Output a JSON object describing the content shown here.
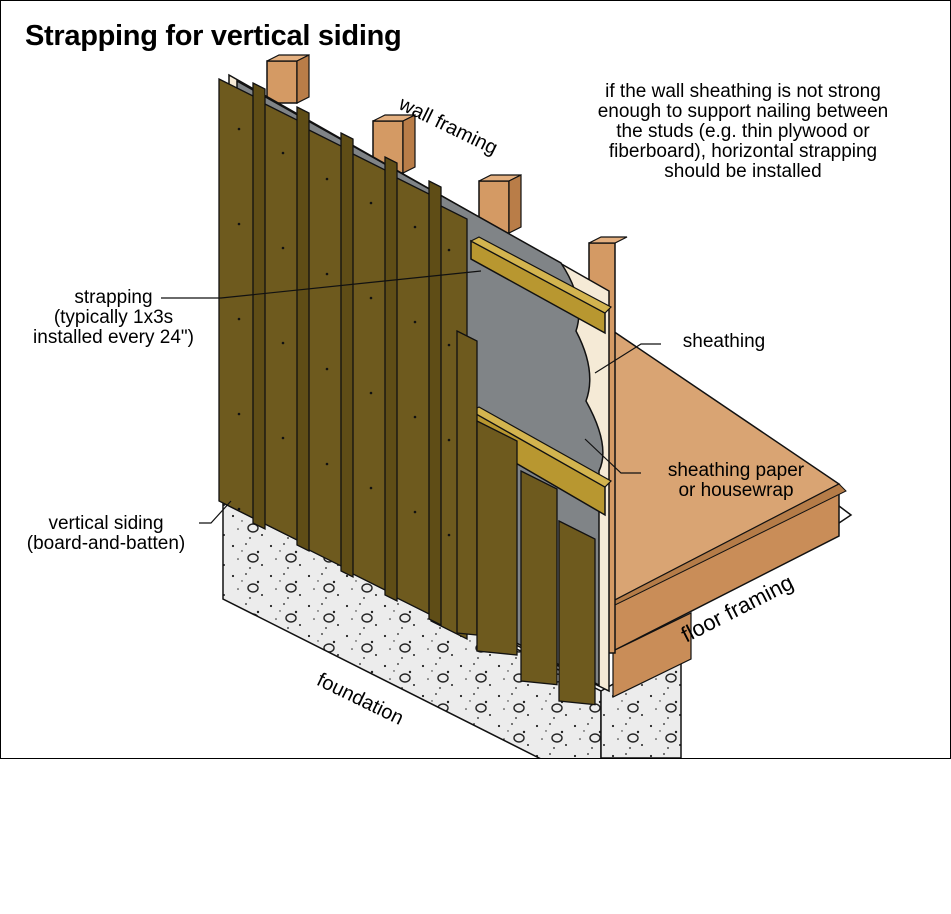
{
  "title": "Strapping for vertical siding",
  "labels": {
    "note": [
      "if the wall sheathing is not strong",
      "enough to support nailing between",
      "the studs (e.g. thin plywood or",
      "fiberboard), horizontal strapping",
      "should be installed"
    ],
    "wall_framing": "wall framing",
    "strapping": [
      "strapping",
      "(typically 1x3s",
      "installed every 24\")"
    ],
    "sheathing": "sheathing",
    "sheathing_paper": [
      "sheathing paper",
      "or housewrap"
    ],
    "vertical_siding": [
      "vertical siding",
      "(board-and-batten)"
    ],
    "floor_framing": "floor framing",
    "foundation": "foundation"
  },
  "colors": {
    "siding": "#6e5a1e",
    "batten": "#5f4d16",
    "stud": "#d49a64",
    "floor": "#d9a473",
    "housewrap": "#808487",
    "sheathing": "#f5ead6",
    "concrete": "#ececec"
  }
}
